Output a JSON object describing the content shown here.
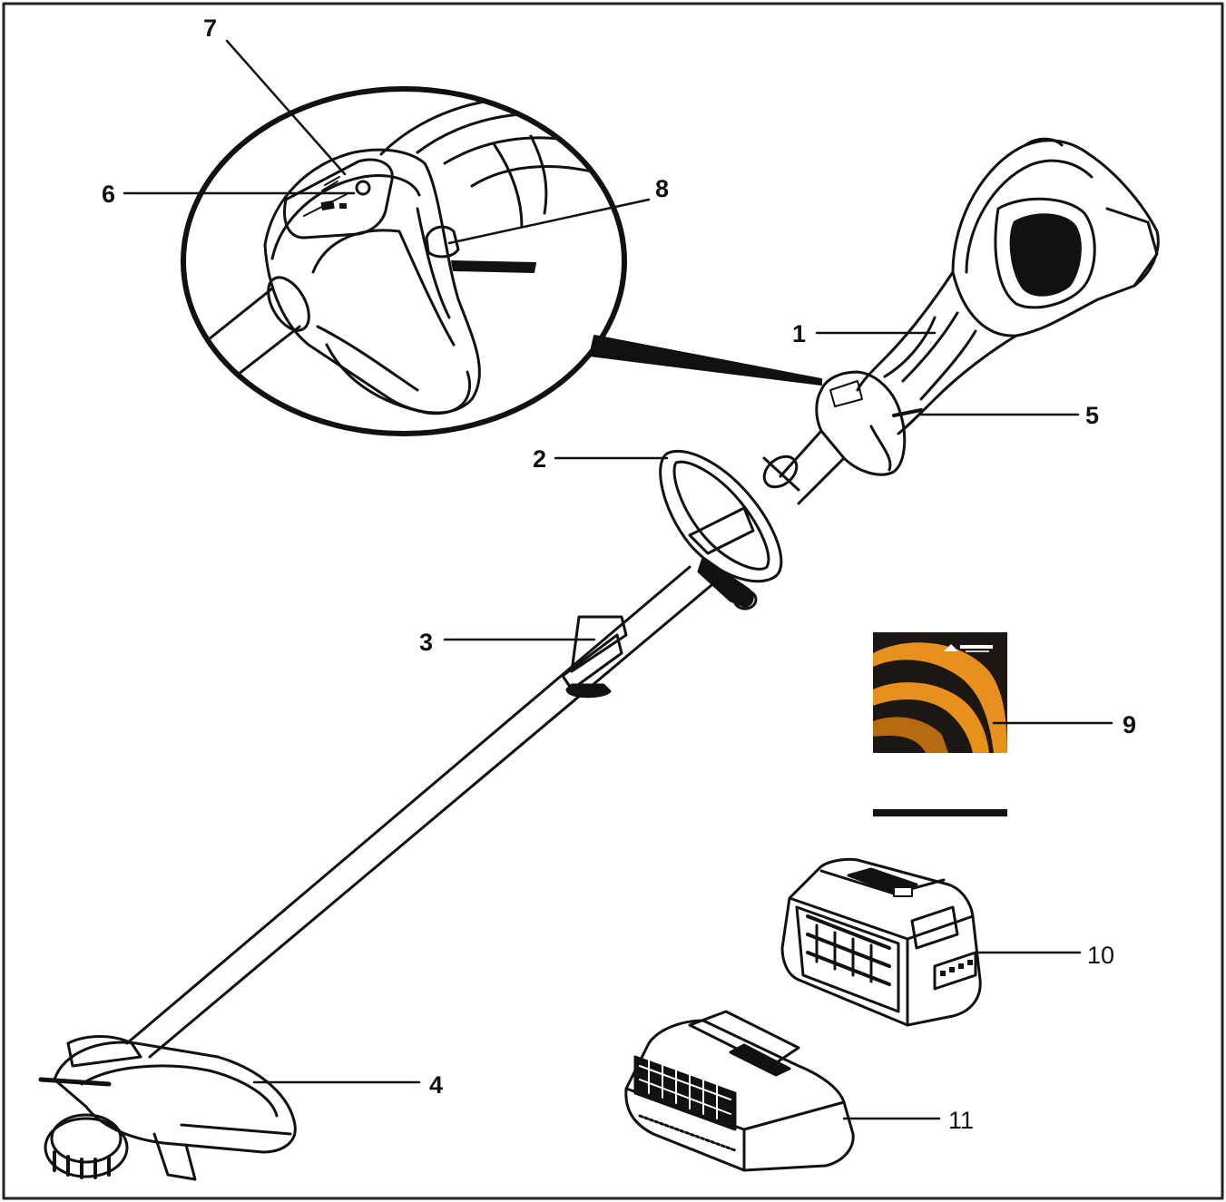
{
  "figure": {
    "callouts": [
      {
        "id": "1",
        "label": "1"
      },
      {
        "id": "2",
        "label": "2"
      },
      {
        "id": "3",
        "label": "3"
      },
      {
        "id": "4",
        "label": "4"
      },
      {
        "id": "5",
        "label": "5"
      },
      {
        "id": "6",
        "label": "6"
      },
      {
        "id": "7",
        "label": "7"
      },
      {
        "id": "8",
        "label": "8"
      },
      {
        "id": "9",
        "label": "9"
      },
      {
        "id": "10",
        "label": "10"
      },
      {
        "id": "11",
        "label": "11"
      }
    ],
    "colors": {
      "line": "#111111",
      "manual_orange": "#e8901e",
      "manual_dark": "#1c1712"
    }
  }
}
